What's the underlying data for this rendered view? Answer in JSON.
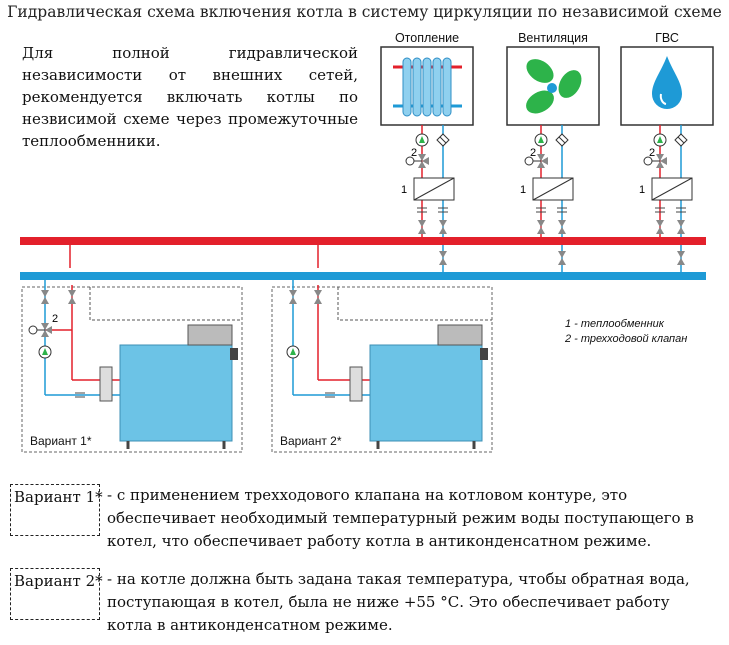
{
  "title": "Гидравлическая схема включения котла в систему циркуляции по независимой схеме",
  "intro": "Для полной гидравлической независимости от внешних сетей, рекомендуется включать котлы по незвисимой схеме через промежуточные теплообменники.",
  "consumers": [
    {
      "label": "Отопление",
      "icon": "radiator-icon"
    },
    {
      "label": "Вентиляция",
      "icon": "fan-icon"
    },
    {
      "label": "ГВС",
      "icon": "water-drop-icon"
    }
  ],
  "marks": {
    "exchanger": "1",
    "valve": "2"
  },
  "legend": [
    "1 - теплообменник",
    "2 - трехходовой клапан"
  ],
  "variants": [
    {
      "caption": "Вариант 1*",
      "tag": "Вариант 1*",
      "note": "- с применением трехходового клапана на котловом контуре, это обеспечивает необходимый температурный режим воды поступающего в котел, что обеспечивает работу котла в антиконденсатном режиме."
    },
    {
      "caption": "Вариант 2*",
      "tag": "Вариант 2*",
      "note": "- на котле должна быть задана такая температура, чтобы обратная вода, поступающая в котел, была не ниже +55 °С. Это обеспечивает работу котла в антиконденсатном режиме."
    }
  ],
  "colors": {
    "supply": "#e3202b",
    "return": "#1e9ad6",
    "boiler": "#6cc3e6",
    "icon_green": "#2db34a"
  }
}
